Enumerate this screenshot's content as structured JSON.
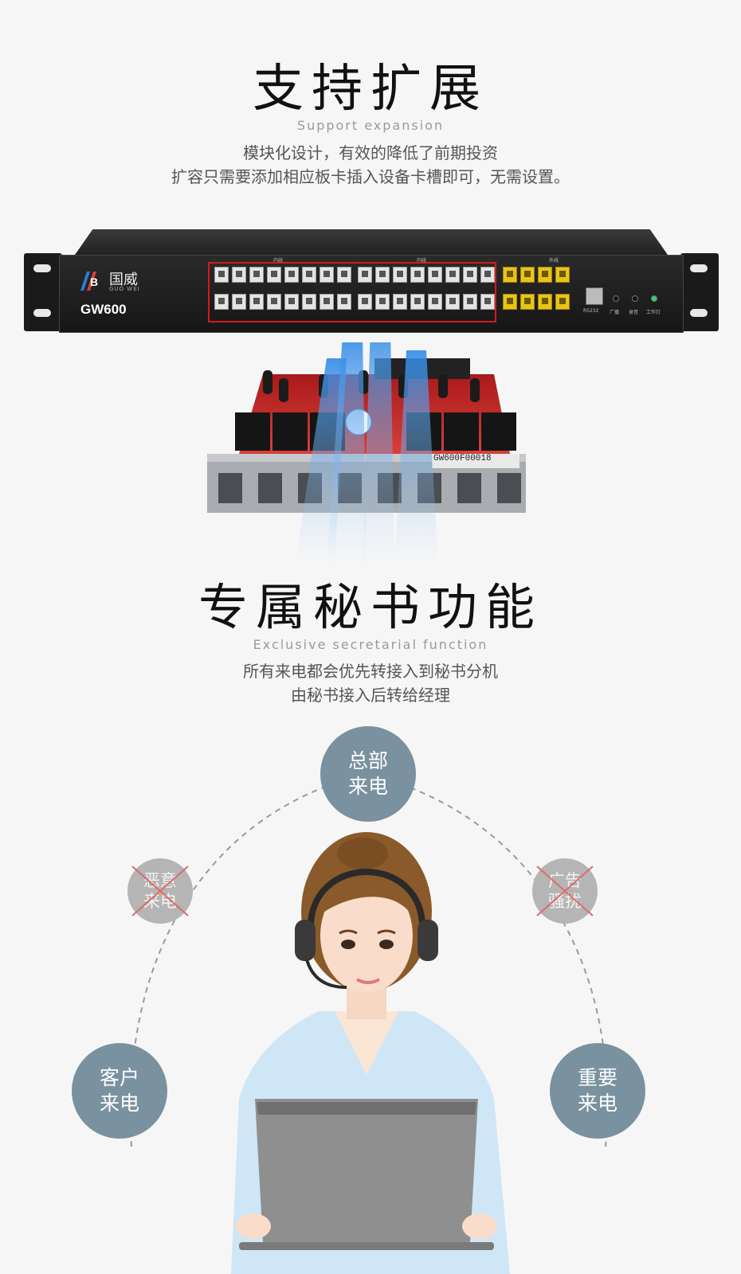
{
  "section1": {
    "title": "支持扩展",
    "subtitle_en": "Support expansion",
    "desc_line1": "模块化设计，有效的降低了前期投资",
    "desc_line2": "扩容只需要添加相应板卡插入设备卡槽即可，无需设置。"
  },
  "device": {
    "brand_cn": "国威",
    "brand_pinyin": "GUO WEI",
    "model": "GW600",
    "group_label_inner_1": "内线",
    "group_label_inner_2": "内线",
    "group_label_outer": "外线",
    "board_label": "GW600F00018",
    "rs232_label": "RS232",
    "led_labels": [
      "广播",
      "录音",
      "工作灯"
    ],
    "colors": {
      "highlight_box": "#d51a1a",
      "trunk_port": "#e8c31a"
    }
  },
  "section2": {
    "title": "专属秘书功能",
    "subtitle_en": "Exclusive secretarial function",
    "desc_line1": "所有来电都会优先转接入到秘书分机",
    "desc_line2": "由秘书接入后转给经理"
  },
  "diagram": {
    "top": {
      "line1": "总部",
      "line2": "来电"
    },
    "left_blocked": {
      "line1": "恶意",
      "line2": "来电"
    },
    "right_blocked": {
      "line1": "广告",
      "line2": "骚扰"
    },
    "bottom_left": {
      "line1": "客户",
      "line2": "来电"
    },
    "bottom_right": {
      "line1": "重要",
      "line2": "来电"
    },
    "colors": {
      "call_bubble": "#7a919f",
      "blocked_bubble": "#b5b5b5",
      "cross": "#e06a6a"
    }
  }
}
